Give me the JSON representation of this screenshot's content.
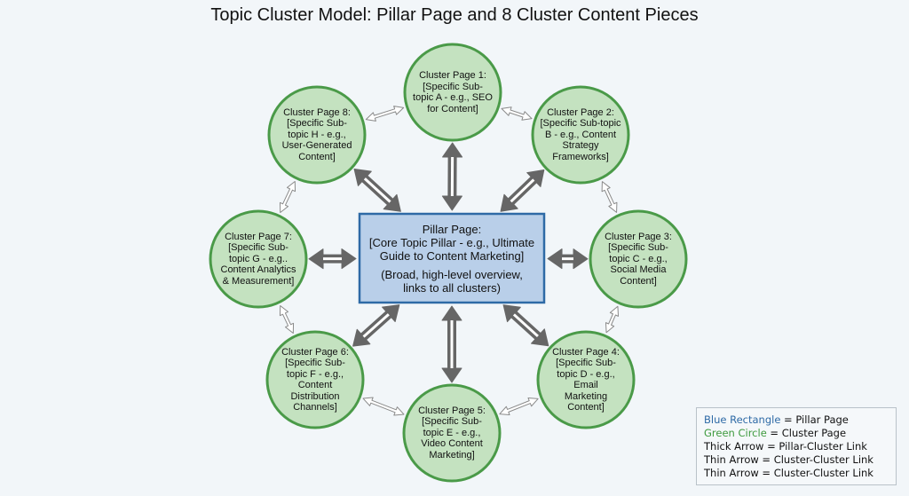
{
  "title": "Topic Cluster Model: Pillar Page and 8 Cluster Content Pieces",
  "colors": {
    "pillar_fill": "#b9cfe9",
    "pillar_stroke": "#2e6aa6",
    "cluster_fill": "#c4e2c0",
    "cluster_stroke": "#4a9a48",
    "thick_arrow": "#666666",
    "thin_arrow": "#8a8a8a",
    "legend_blue": "#2e6aa6",
    "legend_green": "#3e9a3e"
  },
  "pillar": {
    "lines": [
      "Pillar Page:",
      "[Core Topic Pillar - e.g., Ultimate",
      "Guide to Content Marketing]"
    ],
    "note_lines": [
      "(Broad, high-level overview,",
      "links to all clusters)"
    ]
  },
  "clusters": [
    {
      "id": 1,
      "lines": [
        "Cluster Page 1:",
        "[Specific Sub-",
        "topic A - e.g., SEO",
        "for Content]"
      ]
    },
    {
      "id": 2,
      "lines": [
        "Cluster Page 2:",
        "[Specific Sub-topic",
        "B - e.g., Content",
        "Strategy",
        "Frameworks]"
      ]
    },
    {
      "id": 3,
      "lines": [
        "Cluster Page 3:",
        "[Specific Sub-",
        "topic C - e.g.,",
        "Social Media",
        "Content]"
      ]
    },
    {
      "id": 4,
      "lines": [
        "Cluster Page 4:",
        "[Specific Sub-",
        "topic D - e.g.,",
        "Email",
        "Marketing",
        "Content]"
      ]
    },
    {
      "id": 5,
      "lines": [
        "Cluster Page 5:",
        "[Specific Sub-",
        "topic E - e.g.,",
        "Video Content",
        "Marketing]"
      ]
    },
    {
      "id": 6,
      "lines": [
        "Cluster Page 6:",
        "[Specific Sub-",
        "topic F - e.g.,",
        "Content",
        "Distribution",
        "Channels]"
      ]
    },
    {
      "id": 7,
      "lines": [
        "Cluster Page 7:",
        "[Specific Sub-",
        "topic G - e.g..",
        "Content Analytics",
        "& Measurement]"
      ]
    },
    {
      "id": 8,
      "lines": [
        "Cluster Page 8:",
        "[Specific Sub-",
        "topic H - e.g.,",
        "User-Generated",
        "Content]"
      ]
    }
  ],
  "pillar_links": [
    "1",
    "2",
    "3",
    "4",
    "5",
    "6",
    "7",
    "8"
  ],
  "cluster_links": [
    [
      1,
      2
    ],
    [
      2,
      3
    ],
    [
      3,
      4
    ],
    [
      4,
      5
    ],
    [
      5,
      6
    ],
    [
      6,
      7
    ],
    [
      7,
      8
    ],
    [
      8,
      1
    ]
  ],
  "legend": {
    "items": [
      {
        "key": "Blue Rectangle",
        "value": " = Pillar Page",
        "color": "legend_blue"
      },
      {
        "key": "Green Circle",
        "value": " = Cluster Page",
        "color": "legend_green"
      },
      {
        "key": "Thick Arrow",
        "value": " = Pillar-Cluster Link",
        "color": ""
      },
      {
        "key": "Thin Arrow",
        "value": " = Cluster-Cluster Link",
        "color": ""
      },
      {
        "key": "Thin Arrow",
        "value": " = Cluster-Cluster Link",
        "color": ""
      }
    ]
  }
}
